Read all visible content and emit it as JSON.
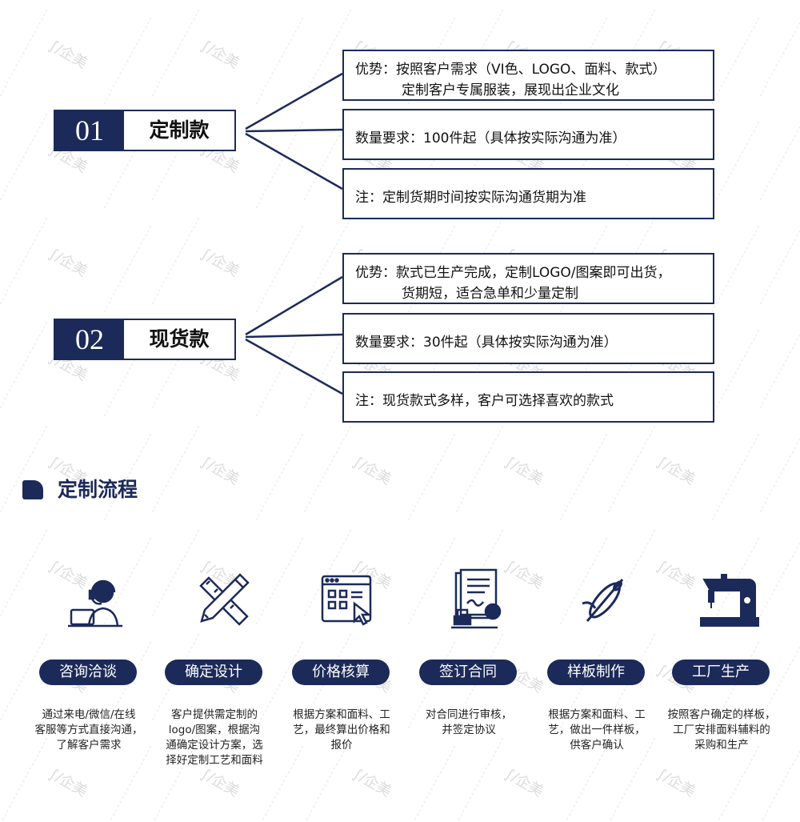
{
  "watermark": "企美",
  "items": [
    {
      "num": "01",
      "label": "定制款",
      "boxes": [
        {
          "lines": [
            "优势：按照客户需求（VI色、LOGO、面料、款式）",
            "定制客户专属服装，展现出企业文化"
          ]
        },
        {
          "lines": [
            "数量要求：100件起（具体按实际沟通为准）"
          ]
        },
        {
          "lines": [
            "注：定制货期时间按实际沟通货期为准"
          ]
        }
      ]
    },
    {
      "num": "02",
      "label": "现货款",
      "boxes": [
        {
          "lines": [
            "优势：款式已生产完成，定制LOGO/图案即可出货，",
            "货期短，适合急单和少量定制"
          ]
        },
        {
          "lines": [
            "数量要求：30件起（具体按实际沟通为准）"
          ]
        },
        {
          "lines": [
            "注：现货款式多样，客户可选择喜欢的款式"
          ]
        }
      ]
    }
  ],
  "process": {
    "title": "定制流程",
    "steps": [
      {
        "icon": "headset-agent-icon",
        "label": "咨询洽谈",
        "desc": [
          "通过来电/微信/在线",
          "客服等方式直接沟通，",
          "了解客户需求"
        ]
      },
      {
        "icon": "ruler-pencil-icon",
        "label": "确定设计",
        "desc": [
          "客户提供需定制的",
          "logo/图案，根据沟",
          "通确定设计方案，选",
          "择好定制工艺和面料"
        ]
      },
      {
        "icon": "calculator-window-icon",
        "label": "价格核算",
        "desc": [
          "根据方案和面料、工",
          "艺，最终算出价格和",
          "报价"
        ]
      },
      {
        "icon": "contract-stamp-icon",
        "label": "签订合同",
        "desc": [
          "对合同进行审核，",
          "并签定协议"
        ]
      },
      {
        "icon": "needle-thread-icon",
        "label": "样板制作",
        "desc": [
          "根据方案和面料、工",
          "艺，做出一件样板，",
          "供客户确认"
        ]
      },
      {
        "icon": "sewing-machine-icon",
        "label": "工厂生产",
        "desc": [
          "按照客户确定的样板，",
          "工厂安排面料辅料的",
          "采购和生产"
        ]
      }
    ]
  }
}
